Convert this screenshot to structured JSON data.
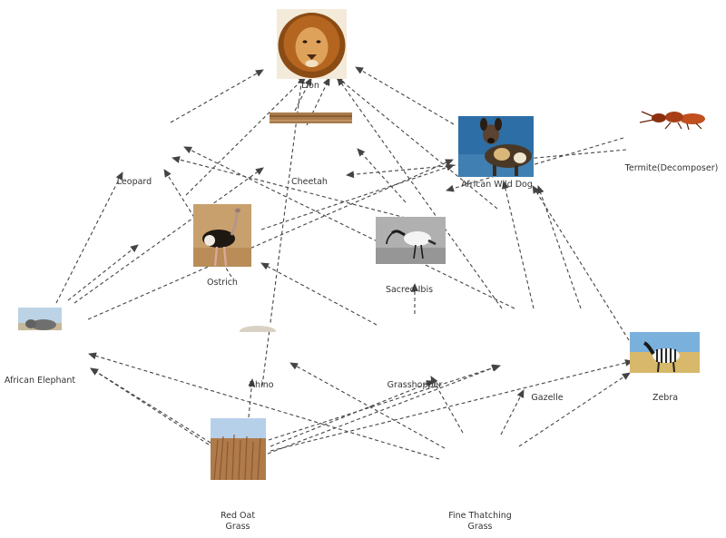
{
  "nodes": {
    "lion": "Lion",
    "leopard": "Leopard",
    "cheetah": "Cheetah",
    "wild_dog": "African Wild Dog",
    "termite": "Termite(Decomposer)",
    "ostrich": "Ostrich",
    "ibis": "Sacred Ibis",
    "elephant": "African Elephant",
    "rhino": "Rhino",
    "grasshopper": "Grasshopper",
    "gazelle": "Gazelle",
    "zebra": "Zebra",
    "red_oat_1": "Red Oat",
    "red_oat_2": "Grass",
    "fine_1": "Fine Thatching",
    "fine_2": "Grass"
  },
  "colors": {
    "arrow": "#444444",
    "text": "#333333",
    "background": "#ffffff"
  }
}
